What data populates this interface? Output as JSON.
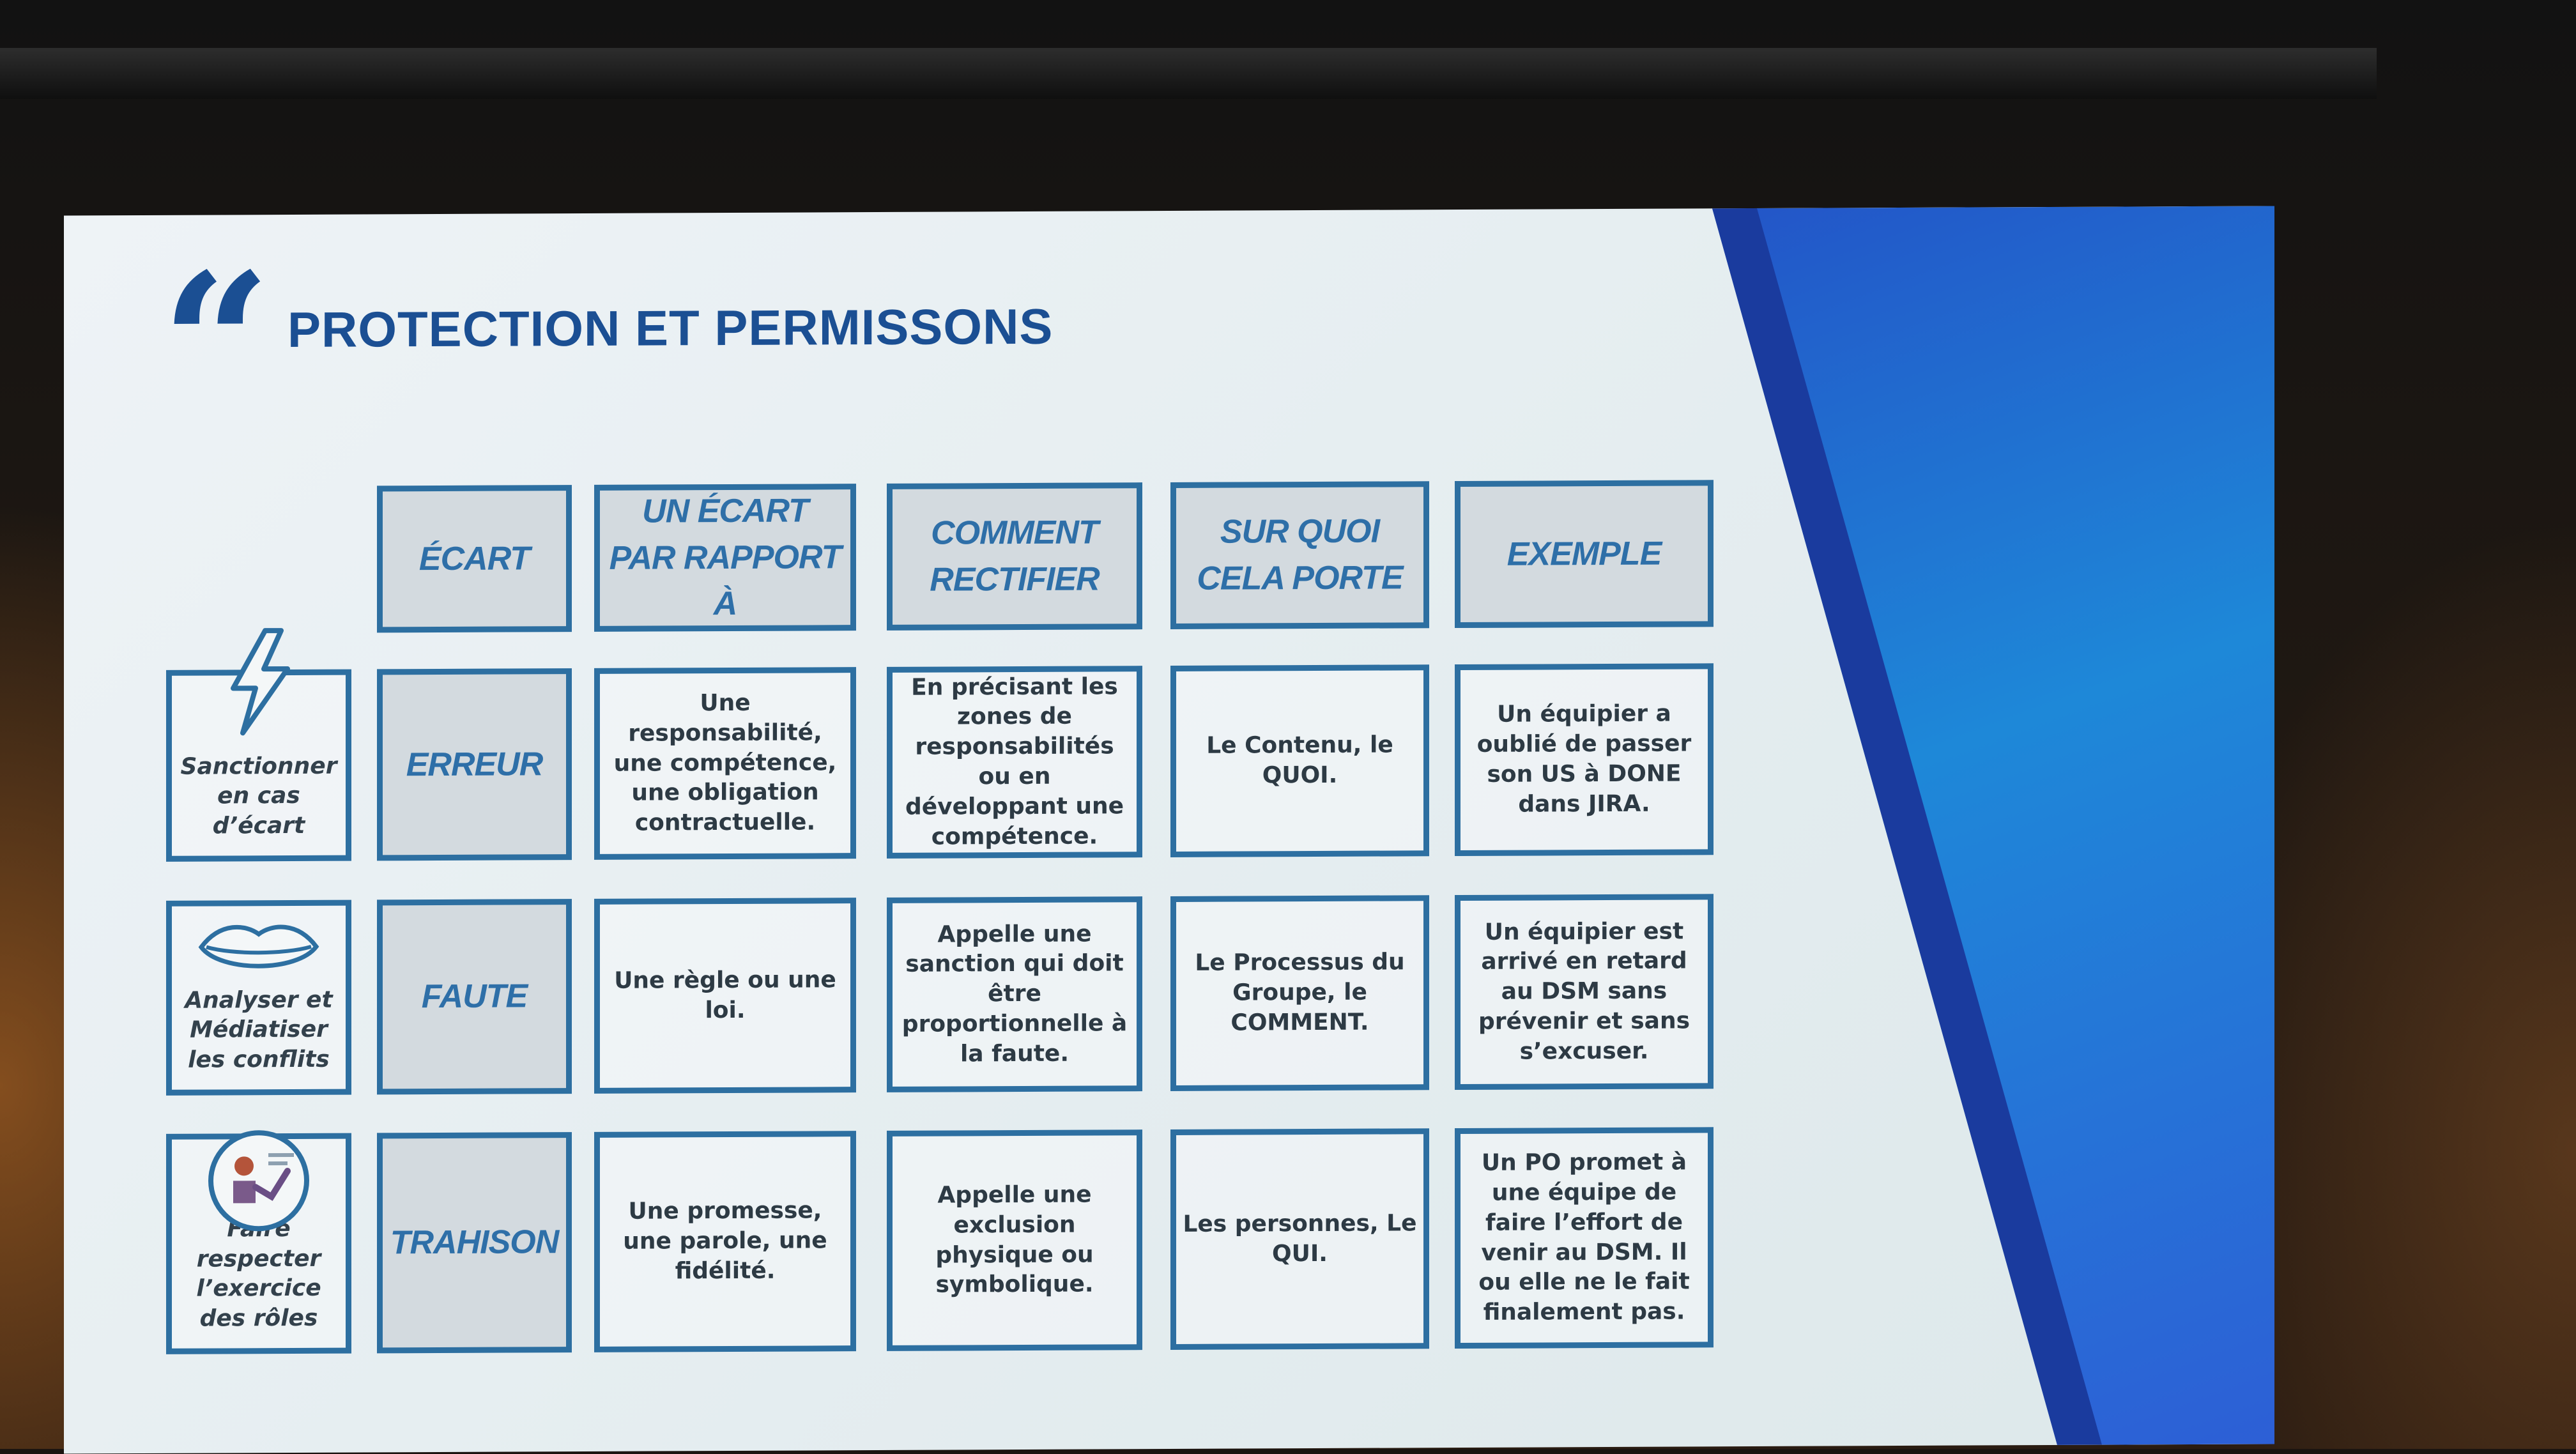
{
  "slide": {
    "quote_glyph": "“",
    "title": "PROTECTION ET PERMISSONS"
  },
  "table": {
    "headers": [
      "ÉCART",
      "UN ÉCART PAR RAPPORT À",
      "COMMENT RECTIFIER",
      "SUR QUOI CELA PORTE",
      "EXEMPLE"
    ],
    "rows": [
      {
        "label": "Sanctionner en cas d’écart",
        "icon": "lightning-icon",
        "keyword": "ERREUR",
        "cells": [
          "Une responsabilité, une compétence, une obligation contractuelle.",
          "En précisant les zones de responsabilités ou en développant une compétence.",
          "Le Contenu, le QUOI.",
          "Un équipier a oublié de passer son US à DONE dans JIRA."
        ]
      },
      {
        "label": "Analyser et Médiatiser les conflits",
        "icon": "lips-icon",
        "keyword": "FAUTE",
        "cells": [
          "Une règle ou une loi.",
          "Appelle une sanction qui doit être proportionnelle à la faute.",
          "Le Processus du Groupe, le COMMENT.",
          "Un équipier est arrivé en retard au DSM sans prévenir et sans s’excuser."
        ]
      },
      {
        "label": "Faire respecter l’exercice des rôles",
        "icon": "person-role-icon",
        "keyword": "TRAHISON",
        "cells": [
          "Une promesse, une parole, une fidélité.",
          "Appelle une exclusion physique ou symbolique.",
          "Les personnes, Le QUI.",
          "Un PO promet à une équipe de faire l’effort de venir au DSM. Il ou elle ne le fait finalement pas."
        ]
      }
    ]
  },
  "colors": {
    "accent": "#1b4f93",
    "border": "#2d6fa1",
    "stripe": "#2356c8"
  }
}
